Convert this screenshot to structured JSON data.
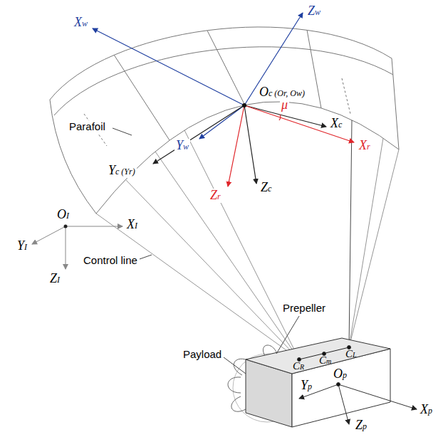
{
  "diagram": {
    "labels": [
      "Parafoil",
      "Xw",
      "Zw",
      "Oc (Or, Ow)",
      "μ",
      "Xc",
      "Yw",
      "Yc (Yr)",
      "Xr",
      "Zr",
      "Zc",
      "OI",
      "XI",
      "YI",
      "ZI",
      "Control line",
      "Prepeller",
      "CR",
      "Cm",
      "CL",
      "Payload",
      "Yp",
      "Op",
      "Xp",
      "Zp"
    ]
  }
}
